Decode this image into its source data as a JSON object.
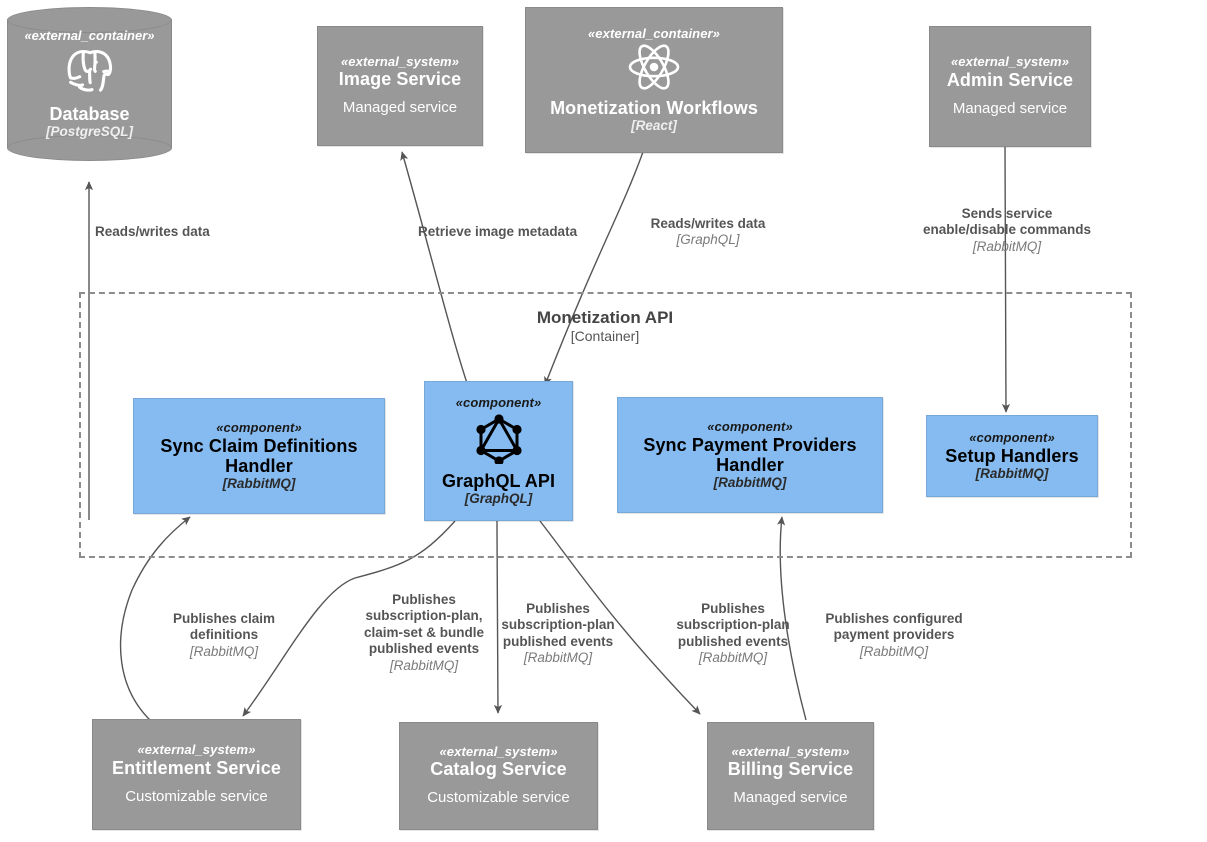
{
  "diagram": {
    "title": "Monetization API Component Diagram",
    "colors": {
      "external_fill": "#999999",
      "component_fill": "#85bbf0",
      "edge_stroke": "#555555",
      "boundary_stroke": "#8c8c8c",
      "background": "#ffffff"
    }
  },
  "boundary": {
    "name": "Monetization API",
    "technology": "[Container]"
  },
  "nodes": {
    "database": {
      "stereotype": "«external_container»",
      "name": "Database",
      "technology": "[PostgreSQL]",
      "icon": "postgresql-icon",
      "shape": "cylinder",
      "kind": "external_container"
    },
    "image_service": {
      "stereotype": "«external_system»",
      "name": "Image Service",
      "description": "Managed service",
      "kind": "external_system"
    },
    "monetization_workflows": {
      "stereotype": "«external_container»",
      "name": "Monetization Workflows",
      "technology": "[React]",
      "icon": "react-icon",
      "kind": "external_container"
    },
    "admin_service": {
      "stereotype": "«external_system»",
      "name": "Admin Service",
      "description": "Managed service",
      "kind": "external_system"
    },
    "sync_claim_definitions_handler": {
      "stereotype": "«component»",
      "name": "Sync Claim Definitions Handler",
      "technology": "[RabbitMQ]",
      "kind": "component"
    },
    "graphql_api": {
      "stereotype": "«component»",
      "name": "GraphQL API",
      "technology": "[GraphQL]",
      "icon": "graphql-icon",
      "kind": "component"
    },
    "sync_payment_providers_handler": {
      "stereotype": "«component»",
      "name": "Sync Payment Providers Handler",
      "technology": "[RabbitMQ]",
      "kind": "component"
    },
    "setup_handlers": {
      "stereotype": "«component»",
      "name": "Setup Handlers",
      "technology": "[RabbitMQ]",
      "kind": "component"
    },
    "entitlement_service": {
      "stereotype": "«external_system»",
      "name": "Entitlement Service",
      "description": "Customizable service",
      "kind": "external_system"
    },
    "catalog_service": {
      "stereotype": "«external_system»",
      "name": "Catalog Service",
      "description": "Customizable service",
      "kind": "external_system"
    },
    "billing_service": {
      "stereotype": "«external_system»",
      "name": "Billing Service",
      "description": "Managed service",
      "kind": "external_system"
    }
  },
  "edges": {
    "graphql_to_database": {
      "label": "Reads/writes data",
      "technology": "",
      "from": "graphql_api",
      "to": "database"
    },
    "graphql_to_image_service": {
      "label": "Retrieve image metadata",
      "technology": "",
      "from": "graphql_api",
      "to": "image_service"
    },
    "workflows_to_graphql": {
      "label": "Reads/writes data",
      "technology": "[GraphQL]",
      "from": "monetization_workflows",
      "to": "graphql_api"
    },
    "admin_to_setup_handlers": {
      "label": "Sends service\nenable/disable commands",
      "technology": "[RabbitMQ]",
      "from": "admin_service",
      "to": "setup_handlers"
    },
    "entitlement_to_sync_claim": {
      "label": "Publishes claim\ndefinitions",
      "technology": "[RabbitMQ]",
      "from": "entitlement_service",
      "to": "sync_claim_definitions_handler"
    },
    "graphql_to_entitlement": {
      "label": "Publishes\nsubscription-plan,\nclaim-set & bundle\npublished events",
      "technology": "[RabbitMQ]",
      "from": "graphql_api",
      "to": "entitlement_service"
    },
    "graphql_to_catalog": {
      "label": "Publishes\nsubscription-plan\npublished events",
      "technology": "[RabbitMQ]",
      "from": "graphql_api",
      "to": "catalog_service"
    },
    "graphql_to_billing": {
      "label": "Publishes\nsubscription-plan\npublished events",
      "technology": "[RabbitMQ]",
      "from": "graphql_api",
      "to": "billing_service"
    },
    "billing_to_sync_payment": {
      "label": "Publishes configured\npayment providers",
      "technology": "[RabbitMQ]",
      "from": "billing_service",
      "to": "sync_payment_providers_handler"
    }
  }
}
